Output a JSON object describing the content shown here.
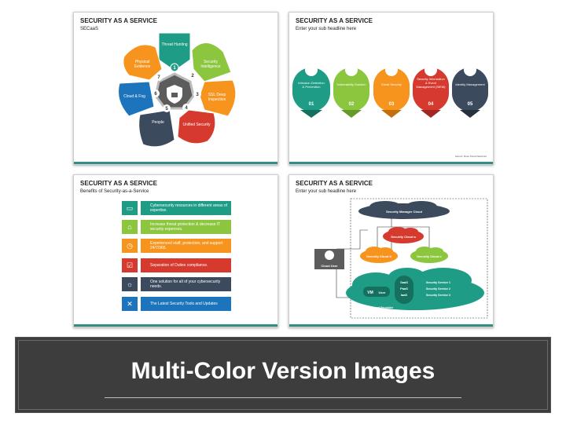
{
  "slide1": {
    "title": "SECURITY AS A SERVICE",
    "subtitle": "SECaaS",
    "petals": [
      {
        "num": "1",
        "label": "Threat Hunting",
        "color": "#1e9c86"
      },
      {
        "num": "2",
        "label": "Security Intelligence",
        "color": "#8cc63f"
      },
      {
        "num": "3",
        "label": "SSL Deep Inspection",
        "color": "#f7941d"
      },
      {
        "num": "4",
        "label": "Unified Security",
        "color": "#d63a2f"
      },
      {
        "num": "5",
        "label": "People",
        "color": "#3b4a5c"
      },
      {
        "num": "6",
        "label": "Cloud & Fog",
        "color": "#1c75bc"
      },
      {
        "num": "7",
        "label": "Physical Evidence",
        "color": "#f7941d"
      }
    ],
    "center_icon": "shield-lock-icon"
  },
  "slide2": {
    "title": "SECURITY AS A SERVICE",
    "subtitle": "Enter your sub headline here",
    "items": [
      {
        "num": "01",
        "label": "Intrusion Detection & Prevention",
        "color": "#1e9c86",
        "icon": "magnifier-icon"
      },
      {
        "num": "02",
        "label": "Vulnerability Solution",
        "color": "#8cc63f",
        "icon": "bug-icon"
      },
      {
        "num": "03",
        "label": "Email Security",
        "color": "#f7941d",
        "icon": "email-lock-icon"
      },
      {
        "num": "04",
        "label": "Security Information & Event Management (SIEM)",
        "color": "#d63a2f",
        "icon": "document-icon"
      },
      {
        "num": "05",
        "label": "Identity Management",
        "color": "#3b4a5c",
        "icon": "id-card-icon"
      }
    ],
    "source": "Source: Rose Cloud Networks"
  },
  "slide3": {
    "title": "SECURITY AS A SERVICE",
    "subtitle": "Benefits of Security-as-a-Service",
    "benefits": [
      {
        "label": "Cybersecurity resources in different areas of expertise.",
        "color": "#1e9c86",
        "icon": "monitor-icon"
      },
      {
        "label": "Increase threat protection & decrease IT security expenses.",
        "color": "#8cc63f",
        "icon": "house-down-icon"
      },
      {
        "label": "Experienced staff, protection, and support 24/7/365.",
        "color": "#f7941d",
        "icon": "clock-icon"
      },
      {
        "label": "Separation of Duties compliance.",
        "color": "#d63a2f",
        "icon": "checklist-icon"
      },
      {
        "label": "One solution for all of your cybersecurity needs.",
        "color": "#3b4a5c",
        "icon": "bulb-icon"
      },
      {
        "label": "The Latest Security Tools and Updates",
        "color": "#1c75bc",
        "icon": "shield-tools-icon"
      }
    ]
  },
  "slide4": {
    "title": "SECURITY AS A SERVICE",
    "subtitle": "Enter your sub headline here",
    "manager": "Security Manager Cloud",
    "cloud_a": "Security Cloud a",
    "cloud_b": "Security Cloud b",
    "cloud_c": "Security Cloud c",
    "user": "Cloud User",
    "provider": "Cloud Provider",
    "vm": "VM",
    "vm_user": "User",
    "stack": [
      "SaaS",
      "PaaS",
      "IaaS"
    ],
    "services": [
      "Security Service 1",
      "Security Service 2",
      "Security Service 3"
    ]
  },
  "banner": {
    "title": "Multi-Color Version Images"
  }
}
